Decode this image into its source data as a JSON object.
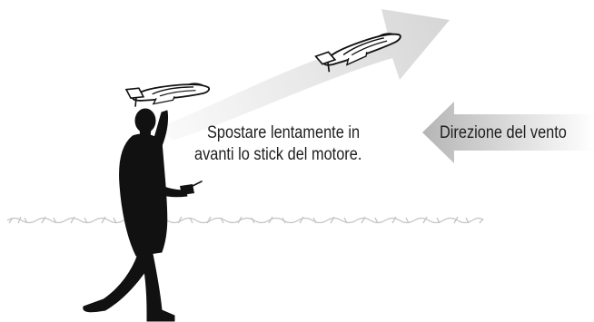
{
  "diagram": {
    "instruction": {
      "line1": "Spostare lentamente in",
      "line2": "avanti lo stick del motore."
    },
    "wind": {
      "label": "Direzione del vento"
    },
    "colors": {
      "flight_arrow_dark": "#d6d6d6",
      "flight_arrow_light": "#fbfbfb",
      "wind_arrow_dark": "#b5b5b5",
      "wind_arrow_light": "#ffffff",
      "silhouette": "#111111",
      "grass": "#c4c4c4",
      "text": "#1e1e1e"
    },
    "icons": [
      "flight-path-arrow",
      "airplane-in-hand-icon",
      "airplane-in-flight-icon",
      "pilot-silhouette",
      "transmitter-icon",
      "wind-arrow",
      "grass-line"
    ]
  }
}
